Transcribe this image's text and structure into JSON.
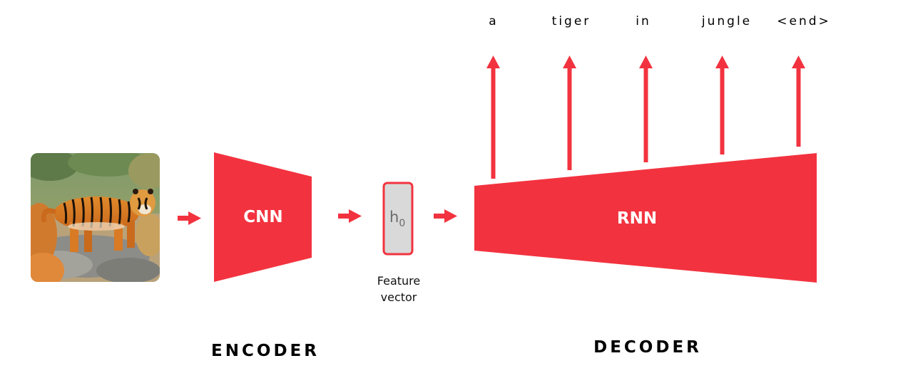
{
  "colors": {
    "accent": "#f2333f",
    "vector_fill": "#d9d9d9",
    "text": "#000000"
  },
  "input_image": {
    "icon": "tiger-photo"
  },
  "encoder": {
    "block_label": "CNN",
    "section_label": "ENCODER"
  },
  "feature_vector": {
    "symbol": "h",
    "subscript": "0",
    "caption_line1": "Feature",
    "caption_line2": "vector"
  },
  "decoder": {
    "block_label": "RNN",
    "section_label": "DECODER"
  },
  "output_words": [
    "a",
    "tiger",
    "in",
    "jungle",
    "<end>"
  ]
}
